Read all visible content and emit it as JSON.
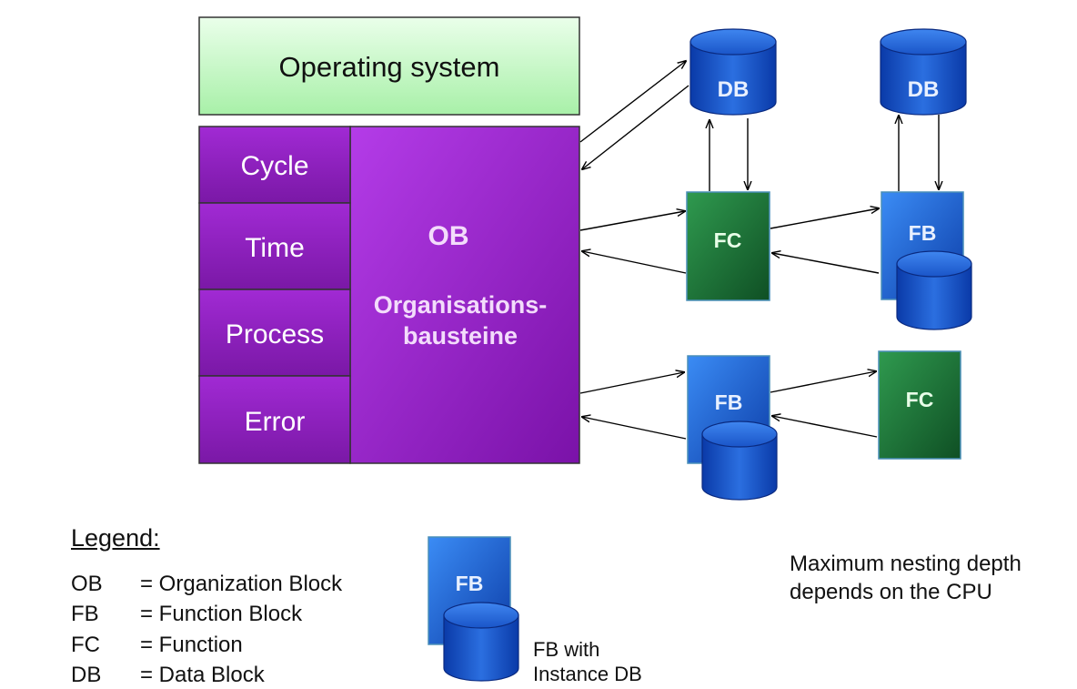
{
  "operating_system": "Operating system",
  "ob_categories": [
    "Cycle",
    "Time",
    "Process",
    "Error"
  ],
  "ob_abbr": "OB",
  "ob_name_line1": "Organisations-",
  "ob_name_line2": "bausteine",
  "blocks": {
    "db": "DB",
    "fc": "FC",
    "fb": "FB"
  },
  "legend": {
    "title": "Legend:",
    "items": [
      {
        "abbr": "OB",
        "desc": "= Organization Block"
      },
      {
        "abbr": "FB",
        "desc": "= Function Block"
      },
      {
        "abbr": "FC",
        "desc": "= Function"
      },
      {
        "abbr": "DB",
        "desc": "= Data Block"
      }
    ],
    "fb_caption_line1": "FB with",
    "fb_caption_line2": "Instance DB"
  },
  "note_line1": "Maximum nesting depth",
  "note_line2": "depends on the CPU",
  "colors": {
    "os_green": "#ccffcc",
    "ob_purple": "#9b1fc9",
    "db_blue": "#1a55c8",
    "fc_green": "#1f6e35",
    "fb_blue": "#2a74e0"
  }
}
